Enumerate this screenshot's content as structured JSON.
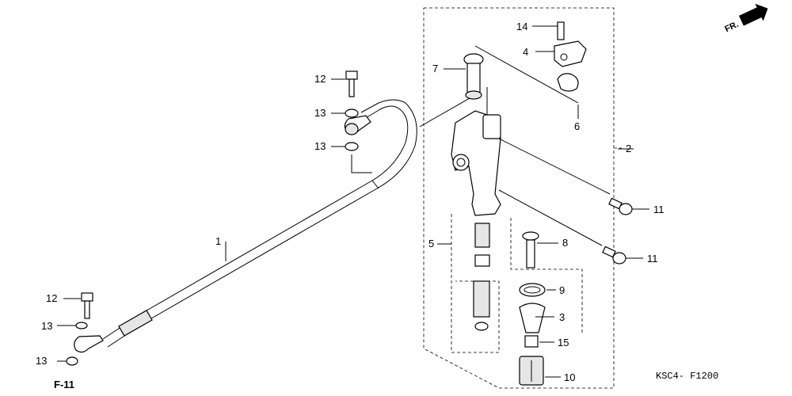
{
  "diagram": {
    "diagram_code": "KSC4- F1200",
    "direction_label": "FR.",
    "reference_label": "F-11",
    "callouts": [
      {
        "id": "c1",
        "text": "1"
      },
      {
        "id": "c2",
        "text": "2"
      },
      {
        "id": "c3",
        "text": "3"
      },
      {
        "id": "c4",
        "text": "4"
      },
      {
        "id": "c5",
        "text": "5"
      },
      {
        "id": "c6",
        "text": "6"
      },
      {
        "id": "c7",
        "text": "7"
      },
      {
        "id": "c8",
        "text": "8"
      },
      {
        "id": "c9",
        "text": "9"
      },
      {
        "id": "c10",
        "text": "10"
      },
      {
        "id": "c11a",
        "text": "11"
      },
      {
        "id": "c11b",
        "text": "11"
      },
      {
        "id": "c12a",
        "text": "12"
      },
      {
        "id": "c12b",
        "text": "12"
      },
      {
        "id": "c13a",
        "text": "13"
      },
      {
        "id": "c13b",
        "text": "13"
      },
      {
        "id": "c13c",
        "text": "13"
      },
      {
        "id": "c13d",
        "text": "13"
      },
      {
        "id": "c14",
        "text": "14"
      },
      {
        "id": "c15",
        "text": "15"
      }
    ]
  }
}
